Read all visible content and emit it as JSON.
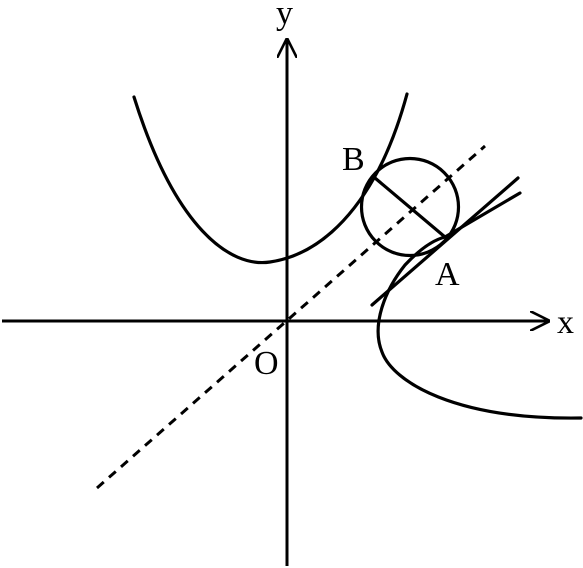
{
  "labels": {
    "x_axis": "x",
    "y_axis": "y",
    "origin": "O",
    "point_a": "A",
    "point_b": "B"
  },
  "colors": {
    "stroke": "#000000",
    "background": "#ffffff"
  }
}
